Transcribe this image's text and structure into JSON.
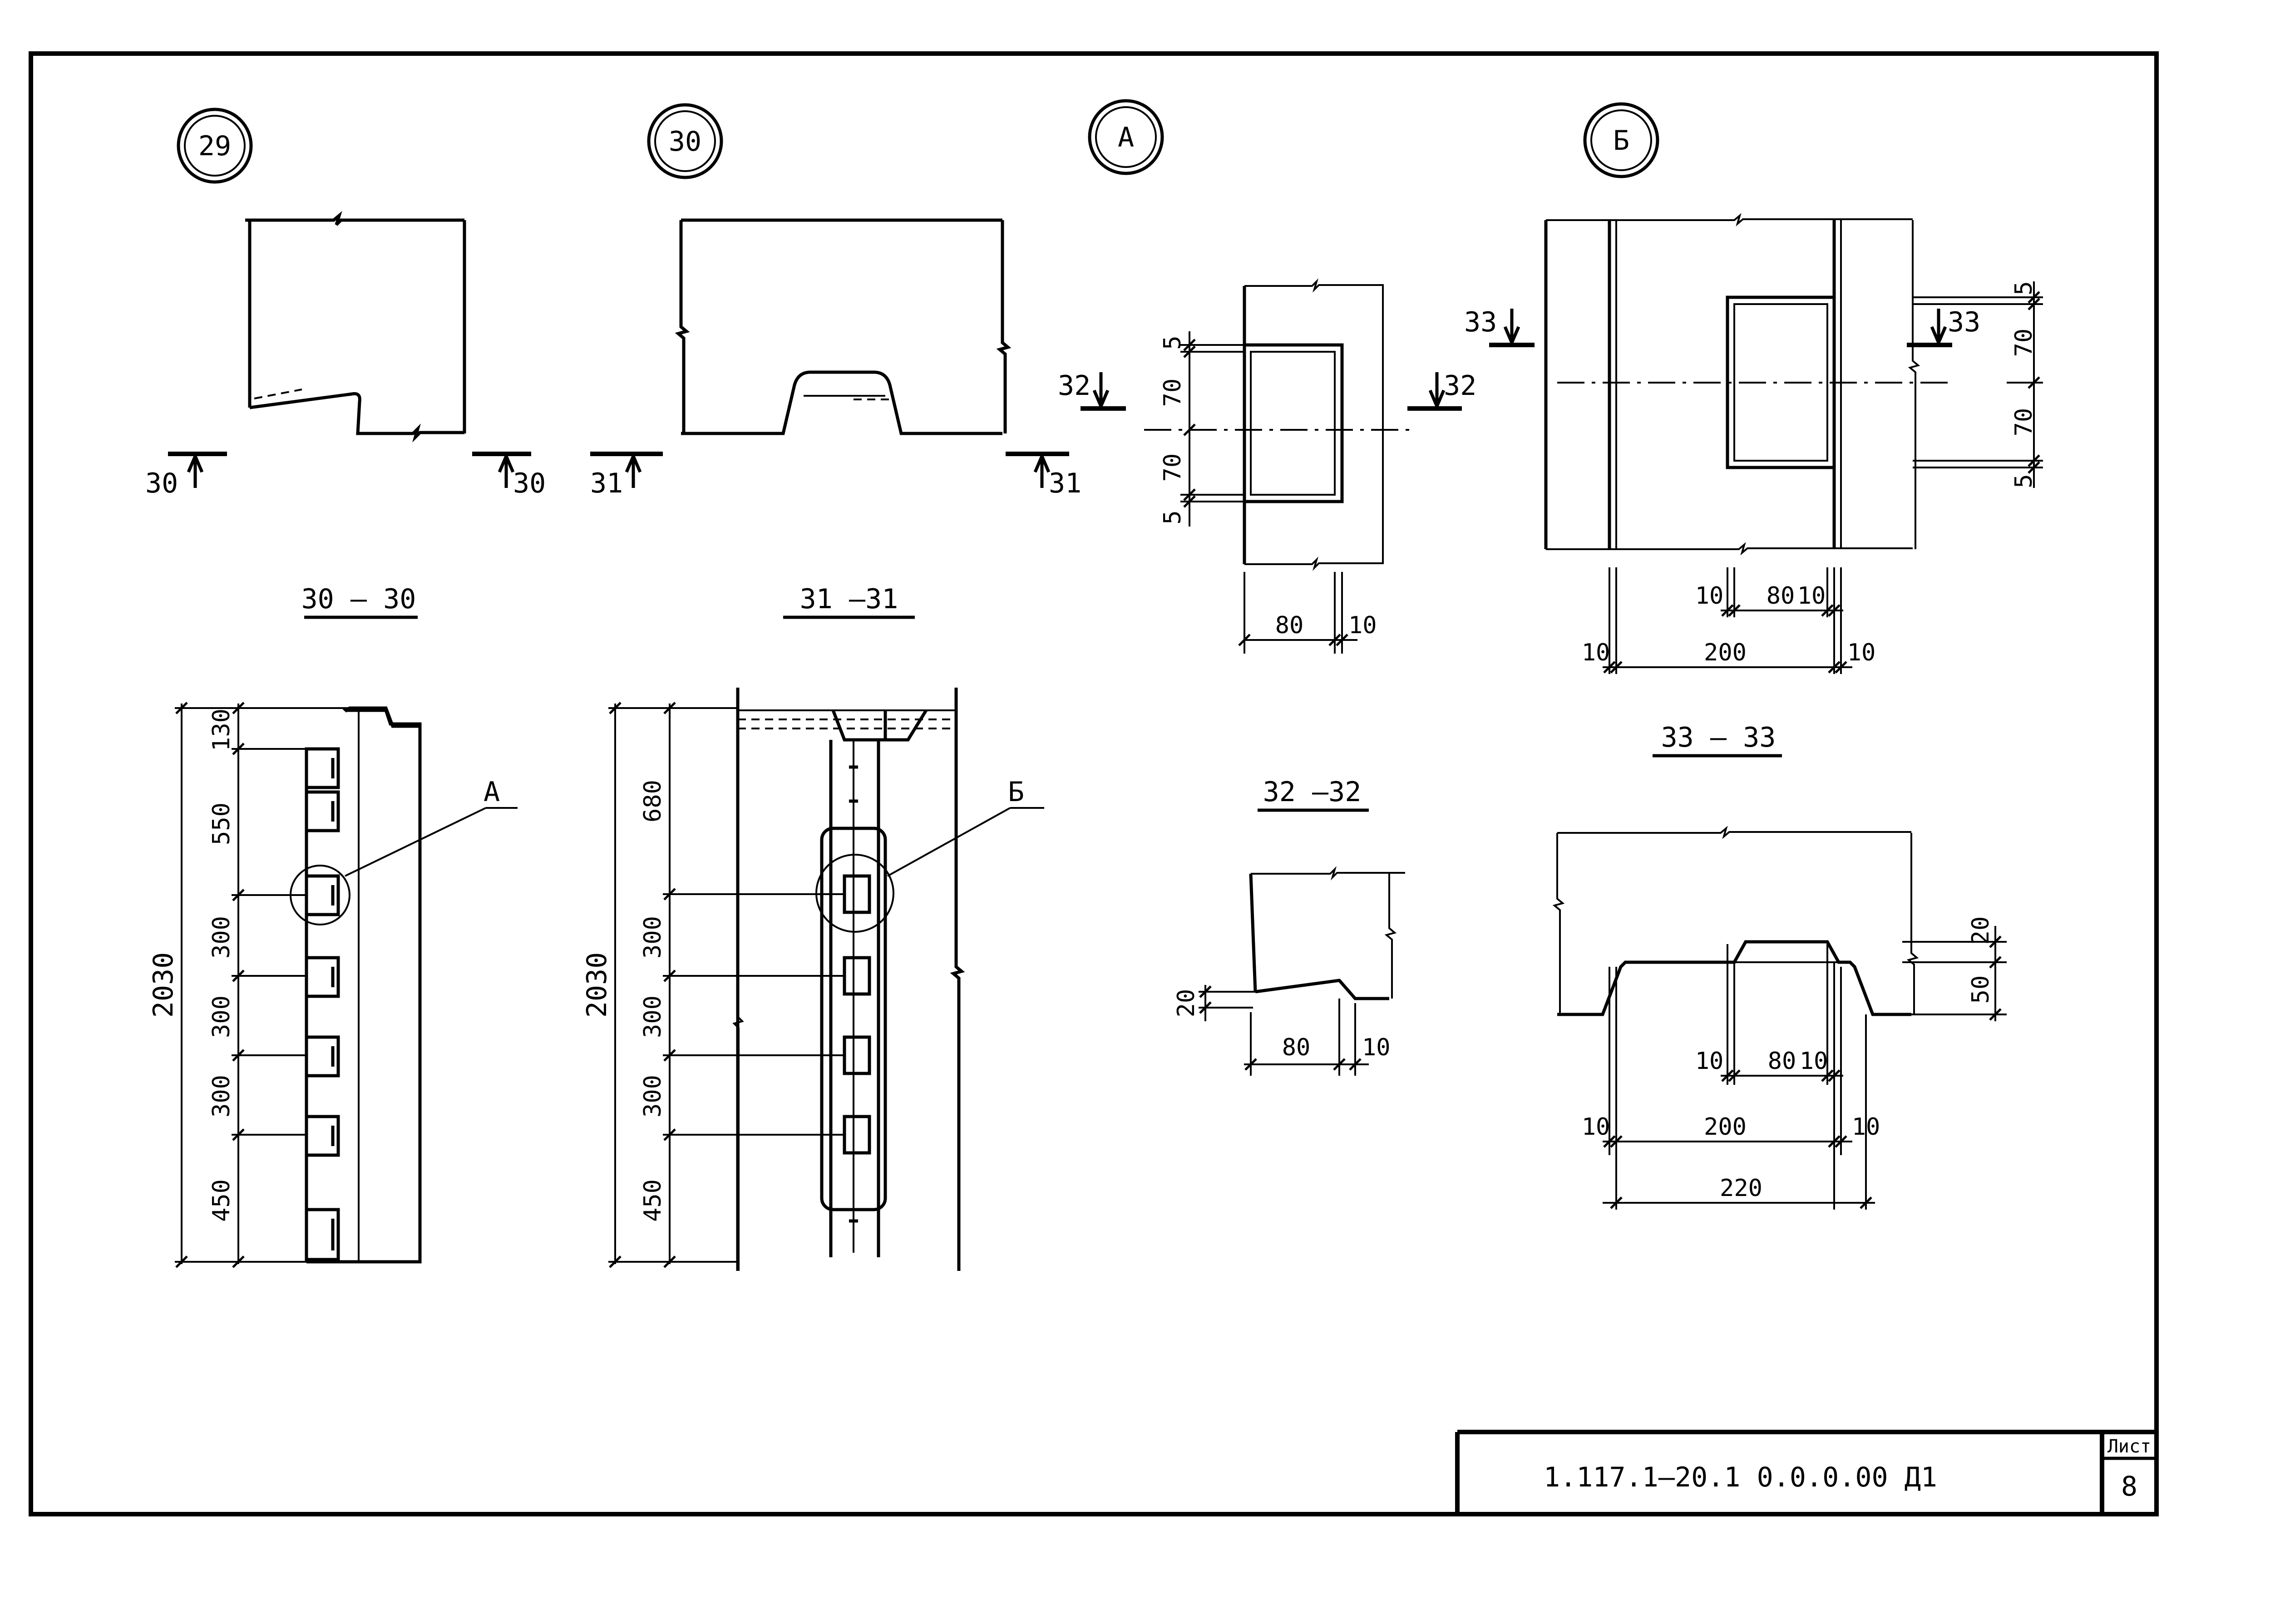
{
  "callouts": {
    "c29": "29",
    "c30": "30",
    "cA": "А",
    "cB": "Б"
  },
  "section_marks": {
    "s30": "30",
    "s31": "31",
    "s32": "32",
    "s33": "33"
  },
  "section_titles": {
    "t30": "30 — 30",
    "t31": "31 —31",
    "t32": "32 —32",
    "t33": "33 — 33"
  },
  "leaders": {
    "a": "А",
    "b": "Б"
  },
  "dims": {
    "v130": "130",
    "v550": "550",
    "v300": "300",
    "v450": "450",
    "v2030": "2030",
    "v680": "680",
    "v5": "5",
    "v70": "70",
    "v80": "80",
    "v10": "10",
    "v200": "200",
    "v20": "20",
    "v50": "50",
    "v220": "220"
  },
  "title_block": {
    "code": "1.117.1–20.1   0.0.0.00  Д1",
    "sheet_label": "Лист",
    "sheet_number": "8"
  }
}
